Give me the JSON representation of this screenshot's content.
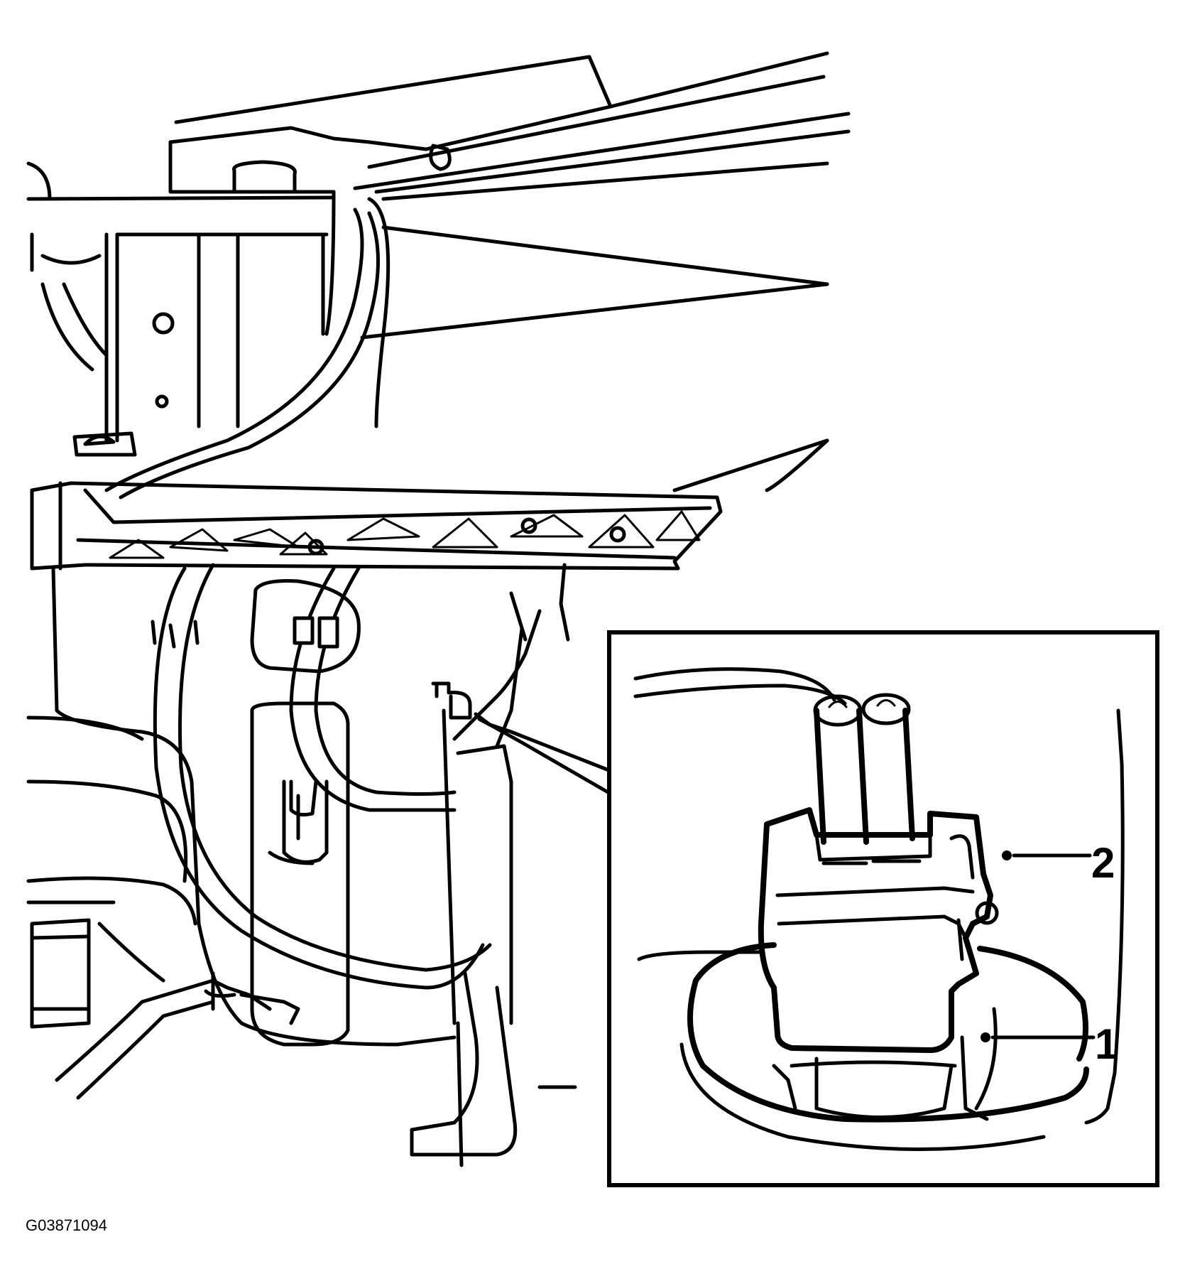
{
  "figure": {
    "id": "G03871094"
  },
  "callouts": [
    {
      "number": "1",
      "target": "fuel-pump-module-lock-ring"
    },
    {
      "number": "2",
      "target": "fuel-pump-electrical-connector"
    }
  ],
  "icons": {
    "detail_view": "detail-view-icon"
  },
  "colors": {
    "line": "#000000",
    "background": "#ffffff"
  }
}
